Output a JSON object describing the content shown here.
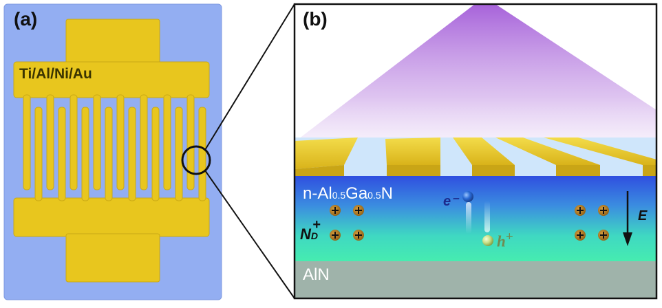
{
  "panels": {
    "a": {
      "label": "(a)",
      "metal_stack": "Ti/Al/Ni/Au"
    },
    "b": {
      "label": "(b)",
      "layer_top": {
        "prefix": "n-Al",
        "sub1": "0.5",
        "mid": "Ga",
        "sub2": "0.5",
        "suffix": "N"
      },
      "layer_bottom": "AlN",
      "electron": "e⁻",
      "hole": {
        "base": "h",
        "sup": "+"
      },
      "donor": {
        "base": "N",
        "sub": "D",
        "sup": "+"
      },
      "field": "E",
      "donor_symbol": "+"
    }
  },
  "colors": {
    "substrate": "#93aef2",
    "metal": "#e8c61e",
    "algan_top": "#2f4fe0",
    "algan_bottom": "#3fe7b4",
    "aln": "#9fb3aa",
    "light_cone": "#a25ad8",
    "electron": "#2a6bd6",
    "hole": "#c9e08a"
  },
  "icons": [
    "electron-icon",
    "hole-icon",
    "donor-ion-icon",
    "field-arrow-icon",
    "zoom-circle-icon"
  ]
}
